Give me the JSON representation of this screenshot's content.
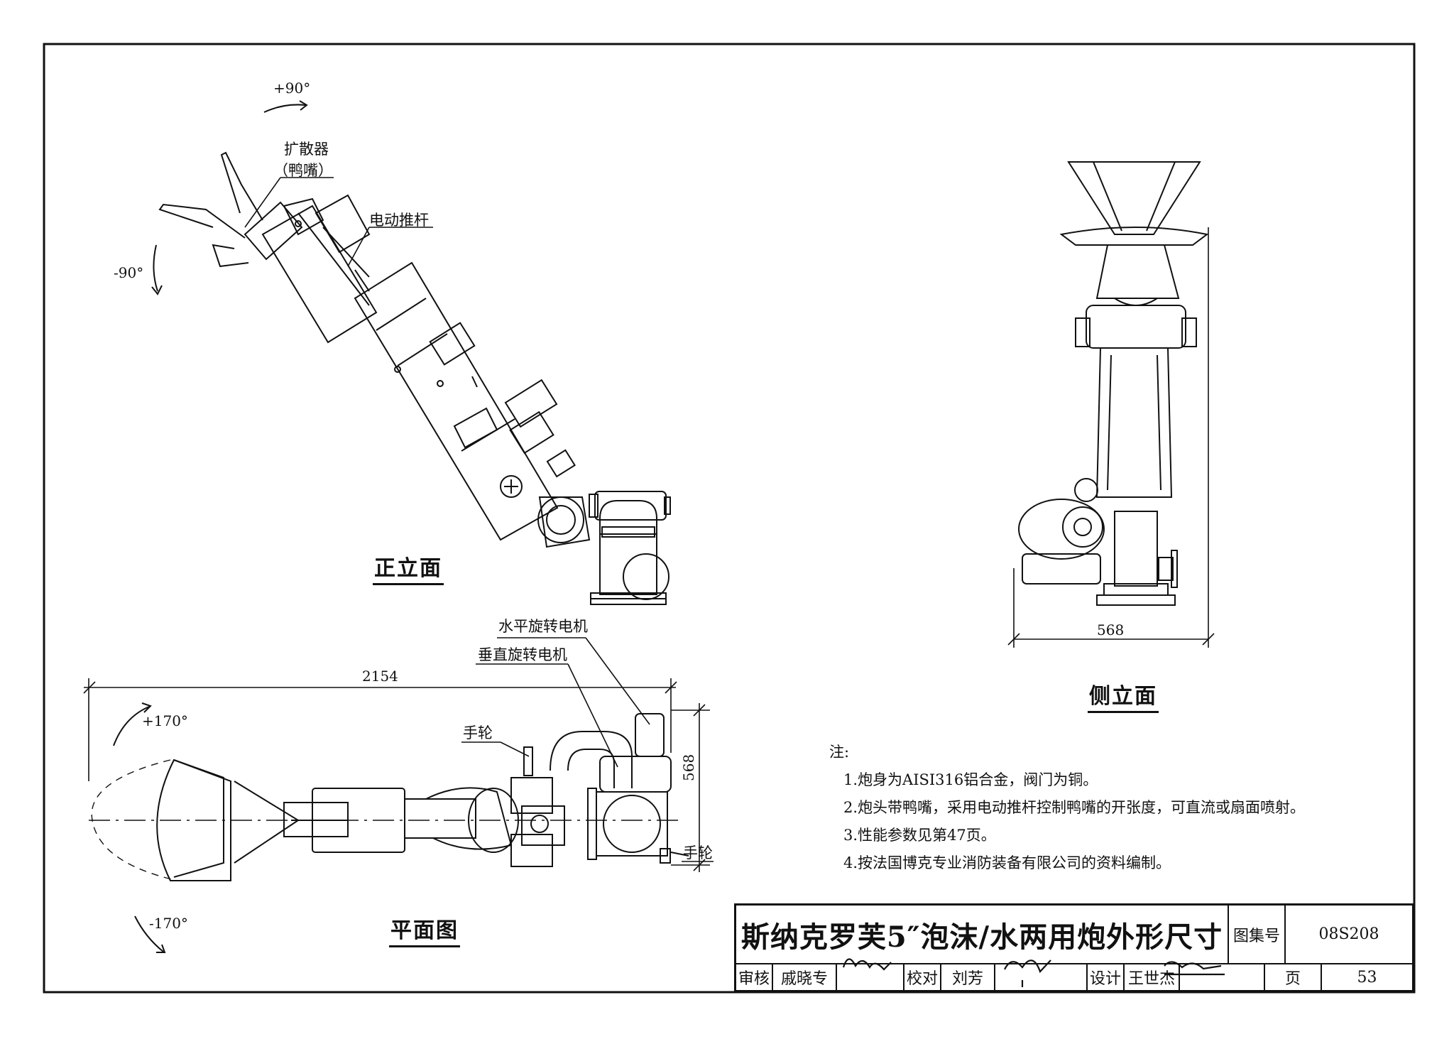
{
  "views": {
    "front_elevation": "正立面",
    "side_elevation": "侧立面",
    "plan": "平面图"
  },
  "callouts": {
    "diffuser": "扩散器",
    "duckbill": "（鸭嘴）",
    "electric_push_rod": "电动推杆",
    "horizontal_motor": "水平旋转电机",
    "vertical_motor": "垂直旋转电机",
    "handwheel_top": "手轮",
    "handwheel_bottom": "手轮"
  },
  "angles": {
    "pos90": "+90°",
    "neg90": "-90°",
    "pos170": "+170°",
    "neg170": "-170°"
  },
  "dimensions": {
    "length": "2154",
    "plan_width": "568",
    "side_width": "568"
  },
  "notes": {
    "header": "注:",
    "items": [
      "1.炮身为AISI316铝合金，阀门为铜。",
      "2.炮头带鸭嘴，采用电动推杆控制鸭嘴的开张度，可直流或扇面喷射。",
      "3.性能参数见第47页。",
      "4.按法国博克专业消防装备有限公司的资料编制。"
    ]
  },
  "title_block": {
    "title": "斯纳克罗芙5″泡沫/水两用炮外形尺寸",
    "atlas_label": "图集号",
    "atlas_no": "08S208",
    "review_label": "审核",
    "review_name": "戚晓专",
    "check_label": "校对",
    "check_name": "刘芳",
    "design_label": "设计",
    "design_name": "王世杰",
    "page_label": "页",
    "page_no": "53"
  }
}
